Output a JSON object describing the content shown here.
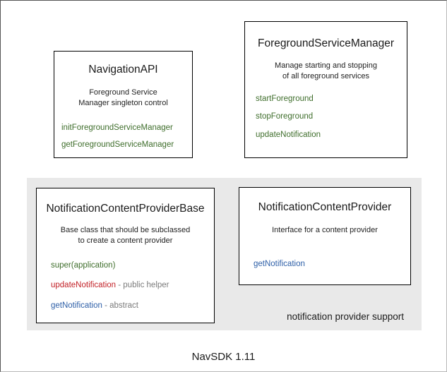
{
  "diagram": {
    "footer_label": "NavSDK 1.11",
    "group": {
      "caption": "notification provider support",
      "background": "#e9e9e9"
    },
    "palette": {
      "green": "#3f6e2c",
      "red": "#c22026",
      "blue": "#2f60a8",
      "note_gray": "#7b7b7b",
      "box_border": "#000000",
      "text": "#1a1a1a"
    },
    "boxes": {
      "navigation_api": {
        "title": "NavigationAPI",
        "description_line1": "Foreground Service",
        "description_line2": "Manager singleton control",
        "members": [
          {
            "name": "initForegroundServiceManager",
            "note": "",
            "color": "green"
          },
          {
            "name": "getForegroundServiceManager",
            "note": "",
            "color": "green"
          }
        ]
      },
      "foreground_service_manager": {
        "title": "ForegroundServiceManager",
        "description_line1": "Manage starting and stopping",
        "description_line2": "of all foreground services",
        "members": [
          {
            "name": "startForeground",
            "note": "",
            "color": "green"
          },
          {
            "name": "stopForeground",
            "note": "",
            "color": "green"
          },
          {
            "name": "updateNotification",
            "note": "",
            "color": "green"
          }
        ]
      },
      "notification_content_provider_base": {
        "title": "NotificationContentProviderBase",
        "description_line1": "Base class that should be subclassed",
        "description_line2": "to create a content provider",
        "members": [
          {
            "name": "super(application)",
            "note": "",
            "color": "green"
          },
          {
            "name": "updateNotification",
            "note": " - public helper",
            "color": "red"
          },
          {
            "name": "getNotification",
            "note": " - abstract",
            "color": "blue"
          }
        ]
      },
      "notification_content_provider": {
        "title": "NotificationContentProvider",
        "description_line1": "Interface for a content provider",
        "description_line2": "",
        "members": [
          {
            "name": "getNotification",
            "note": "",
            "color": "blue"
          }
        ]
      }
    }
  }
}
